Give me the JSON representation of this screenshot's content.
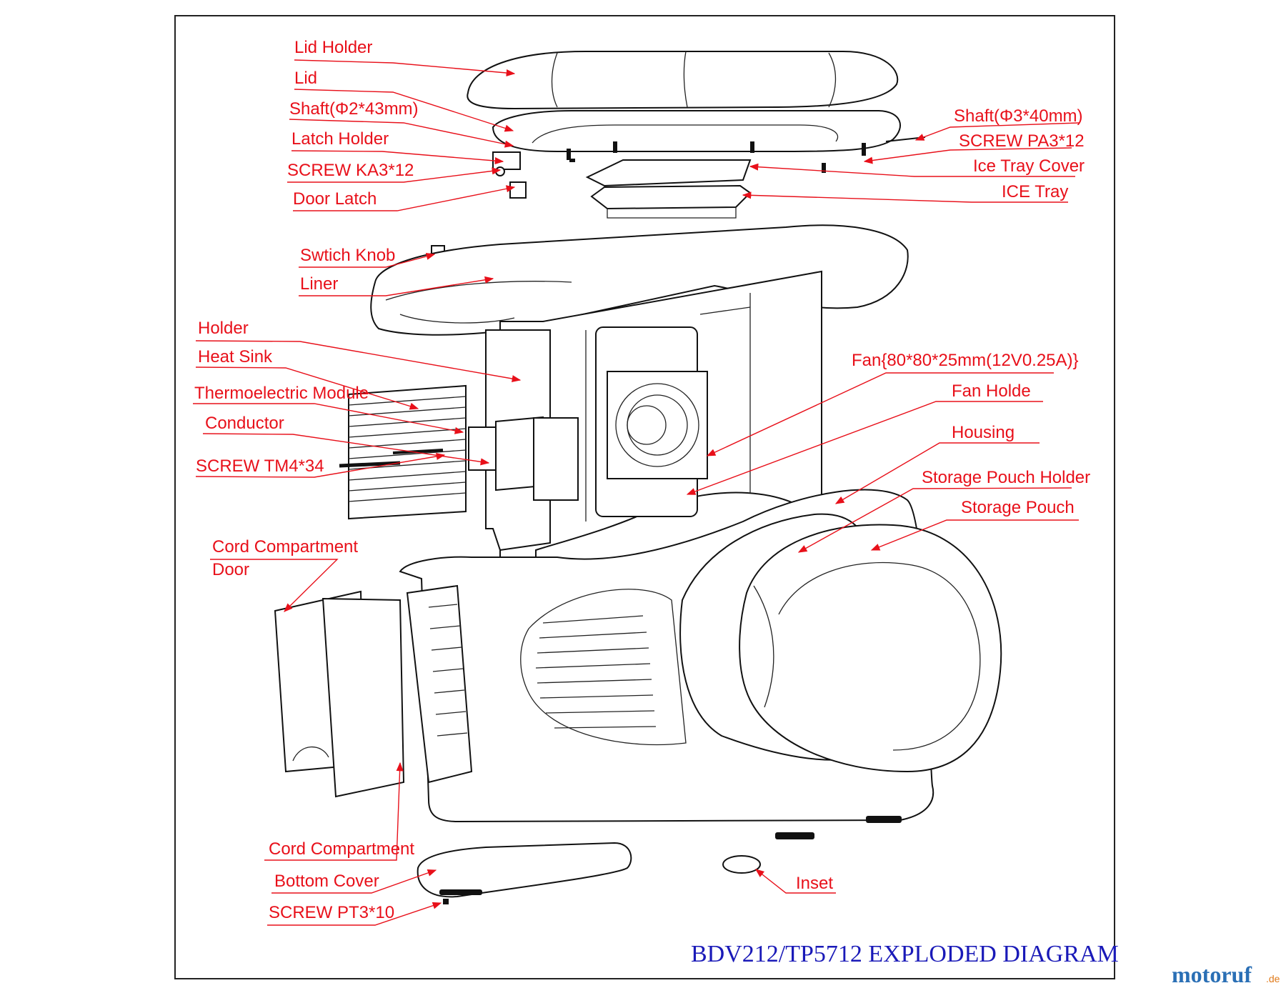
{
  "diagram": {
    "title": "BDV212/TP5712 EXPLODED DIAGRAM",
    "watermark": {
      "brand": "motoruf",
      "suffix": ".de"
    },
    "colors": {
      "label": "#e8101a",
      "title": "#1a1ab8",
      "line_art": "#111111",
      "watermark_blue": "#2a6fb5",
      "watermark_orange": "#e07a1a"
    },
    "labels": {
      "lid_holder": "Lid Holder",
      "lid": "Lid",
      "shaft_2_43": "Shaft(Φ2*43mm)",
      "latch_holder": "Latch Holder",
      "screw_ka3_12": "SCREW KA3*12",
      "door_latch": "Door Latch",
      "shaft_3_40": "Shaft(Φ3*40mm)",
      "screw_pa3_12": "SCREW PA3*12",
      "ice_tray_cover": "Ice Tray Cover",
      "ice_tray": "ICE Tray",
      "switch_knob": "Swtich Knob",
      "liner": "Liner",
      "holder": "Holder",
      "heat_sink": "Heat Sink",
      "thermoelectric_module": "Thermoelectric Module",
      "conductor": "Conductor",
      "screw_tm4_34": "SCREW TM4*34",
      "fan": "Fan{80*80*25mm(12V0.25A)}",
      "fan_holde": "Fan Holde",
      "housing": "Housing",
      "storage_pouch_holder": "Storage Pouch Holder",
      "storage_pouch": "Storage Pouch",
      "cord_compartment_door_1": "Cord Compartment",
      "cord_compartment_door_2": "Door",
      "cord_compartment": "Cord Compartment",
      "bottom_cover": "Bottom Cover",
      "screw_pt3_10": "SCREW PT3*10",
      "inset": "Inset"
    }
  }
}
